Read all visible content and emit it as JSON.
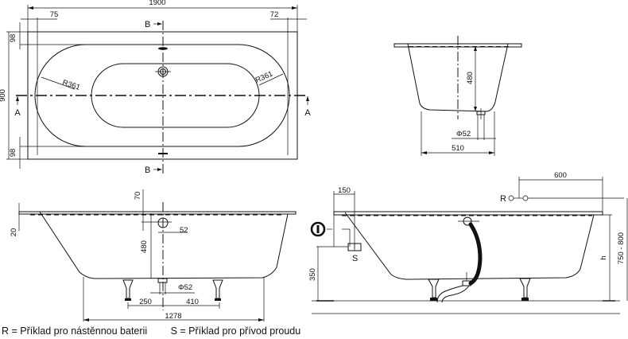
{
  "plan_view": {
    "overall_length": "1900",
    "overall_width": "900",
    "left_rim": "75",
    "right_rim": "72",
    "top_rim": "98",
    "bottom_rim": "98",
    "left_radius": "R361",
    "right_radius": "R361",
    "section_a_label": "A",
    "section_b_label": "B"
  },
  "section_b_view": {
    "depth": "480",
    "drain_diameter": "Φ52",
    "bottom_width": "510"
  },
  "section_a_view": {
    "rim_height": "20",
    "overflow_offset": "70",
    "overflow_diameter": "52",
    "depth": "480",
    "drain_diameter": "Φ52",
    "left_leg_to_drain": "250",
    "drain_to_right_leg": "410",
    "bottom_length": "1278"
  },
  "installation_view": {
    "supply_offset": "150",
    "mixer_spacing": "600",
    "supply_height": "350",
    "inner_height": "h",
    "total_height": "750 - 800",
    "r_marker": "R",
    "s_marker": "S"
  },
  "legend": {
    "r_text": "R = Příklad pro nástěnnou baterii",
    "s_text": "S = Příklad pro přívod proudu"
  }
}
